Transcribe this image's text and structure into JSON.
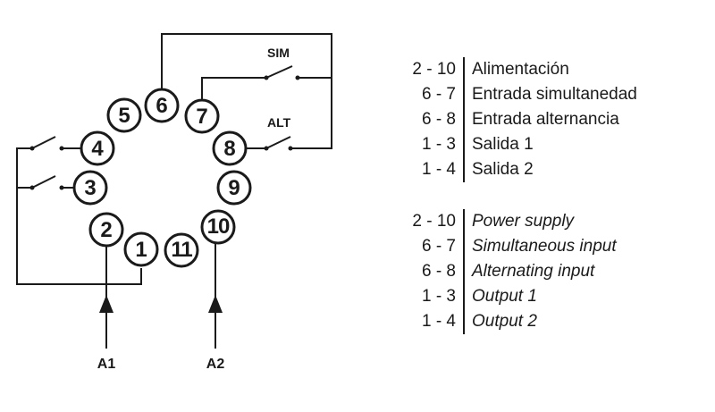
{
  "pins": [
    {
      "id": "pin-1",
      "label": "1"
    },
    {
      "id": "pin-2",
      "label": "2"
    },
    {
      "id": "pin-3",
      "label": "3"
    },
    {
      "id": "pin-4",
      "label": "4"
    },
    {
      "id": "pin-5",
      "label": "5"
    },
    {
      "id": "pin-6",
      "label": "6"
    },
    {
      "id": "pin-7",
      "label": "7"
    },
    {
      "id": "pin-8",
      "label": "8"
    },
    {
      "id": "pin-9",
      "label": "9"
    },
    {
      "id": "pin-10",
      "label": "10"
    },
    {
      "id": "pin-11",
      "label": "11"
    }
  ],
  "switches": {
    "sim": "SIM",
    "alt": "ALT"
  },
  "terminals": {
    "a1": "A1",
    "a2": "A2"
  },
  "legend_es": [
    {
      "pins": "2 - 10",
      "desc": "Alimentación"
    },
    {
      "pins": "6 - 7",
      "desc": "Entrada simultanedad"
    },
    {
      "pins": "6 - 8",
      "desc": "Entrada alternancia"
    },
    {
      "pins": "1 - 3",
      "desc": "Salida 1"
    },
    {
      "pins": "1 - 4",
      "desc": "Salida 2"
    }
  ],
  "legend_en": [
    {
      "pins": "2 - 10",
      "desc": "Power supply"
    },
    {
      "pins": "6 - 7",
      "desc": "Simultaneous input"
    },
    {
      "pins": "6 - 8",
      "desc": "Alternating input"
    },
    {
      "pins": "1 - 3",
      "desc": "Output  1"
    },
    {
      "pins": "1 - 4",
      "desc": "Output  2"
    }
  ]
}
